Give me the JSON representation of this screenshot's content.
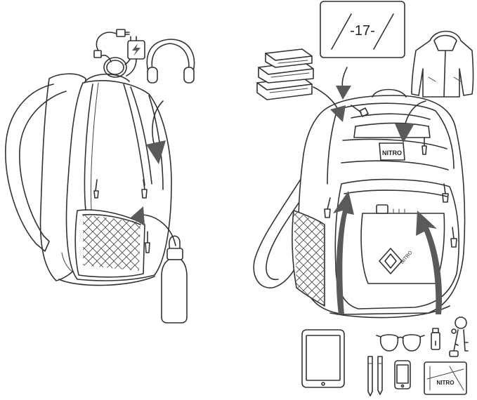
{
  "laptop_label": "-17-",
  "brand_logo_back": "NITRO",
  "brand_logo_front": "NITRO",
  "brand_logo_wallet": "NITRO"
}
